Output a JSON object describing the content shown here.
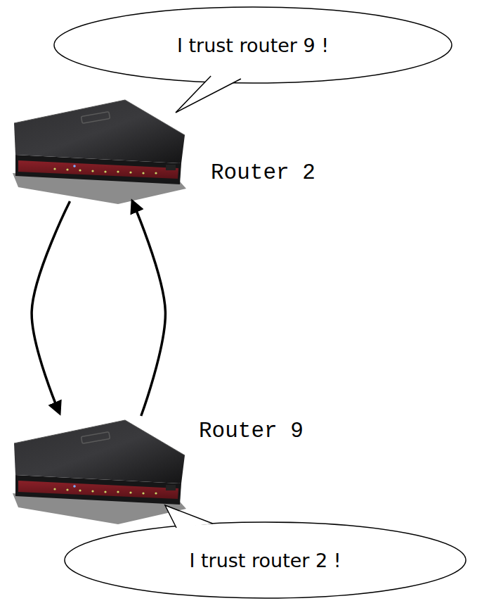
{
  "diagram": {
    "nodes": [
      {
        "text": [
          "I trust router 9 !"
        ]
      },
      {
        "text": [
          "Router 2"
        ]
      },
      {
        "text": [
          "Router 9"
        ]
      },
      {
        "text": [
          "I trust router 2 !"
        ]
      }
    ],
    "edges": [
      {
        "from": 1,
        "to": 2,
        "arrow": "to"
      },
      {
        "from": 2,
        "to": 1,
        "arrow": "to"
      }
    ]
  }
}
